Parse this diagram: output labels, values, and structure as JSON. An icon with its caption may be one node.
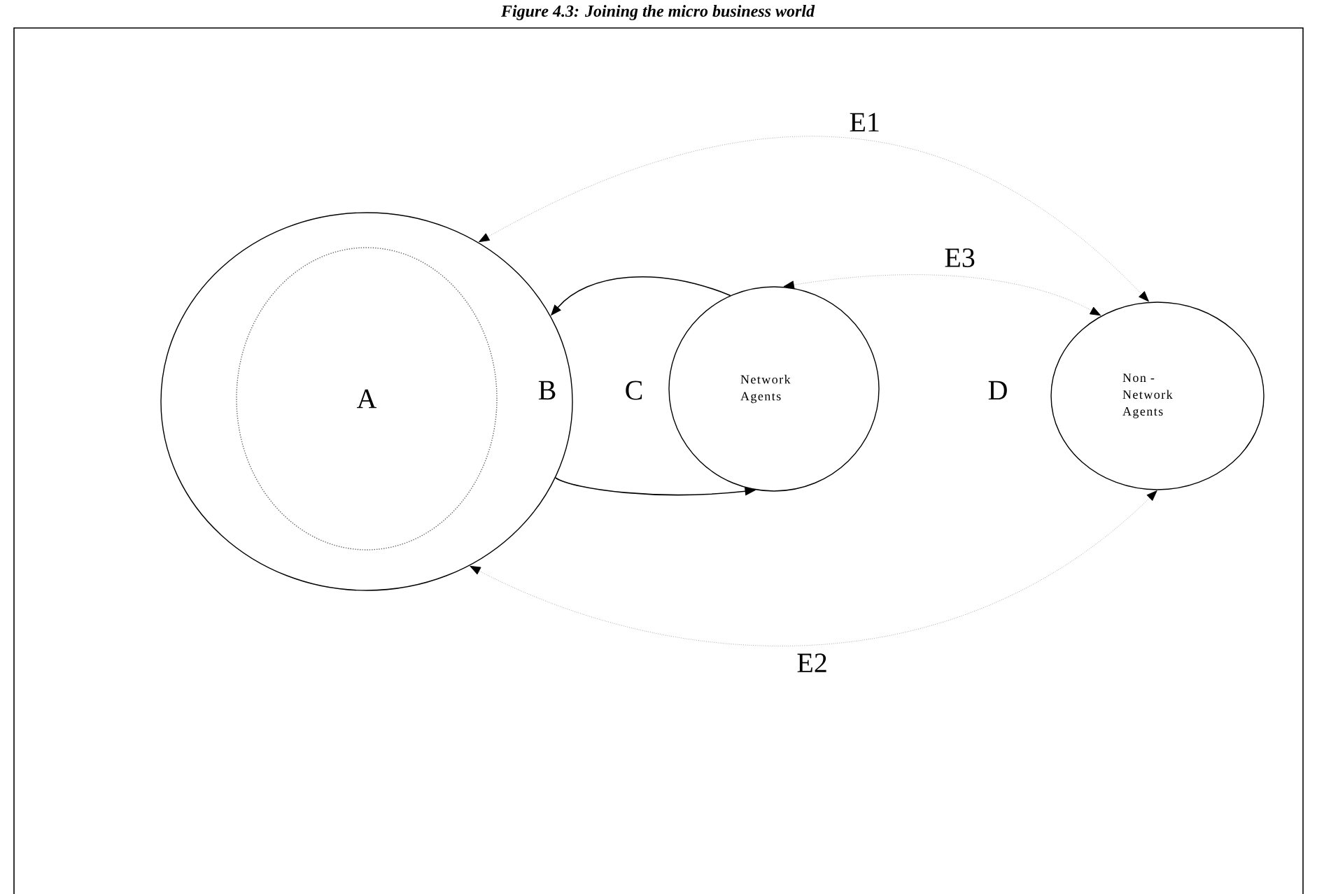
{
  "diagram": {
    "title": "Figure 4.3: Joining the micro business world",
    "nodes": [
      {
        "text": [],
        "shape": "circle"
      },
      {
        "text": [
          "A"
        ],
        "in": 0
      },
      {
        "text": [
          "Network Agents"
        ]
      },
      {
        "text": [
          "Non - Network Agents"
        ]
      }
    ],
    "edges": [
      {
        "from": 2,
        "to": 0,
        "arrow": "to",
        "color": "#000000"
      },
      {
        "from": 0,
        "to": 2,
        "arrow": "to",
        "color": "#000000"
      },
      {
        "from": 0,
        "to": 3,
        "arrow": "both",
        "label": "E1",
        "style": "dashed",
        "color": "#808080"
      },
      {
        "from": 2,
        "to": 3,
        "arrow": "both",
        "label": "E3",
        "style": "dashed",
        "color": "#808080"
      },
      {
        "from": 0,
        "to": 3,
        "arrow": "both",
        "label": "E2",
        "style": "dashed",
        "color": "#808080"
      }
    ],
    "labels": [
      "B",
      "C",
      "D"
    ]
  }
}
